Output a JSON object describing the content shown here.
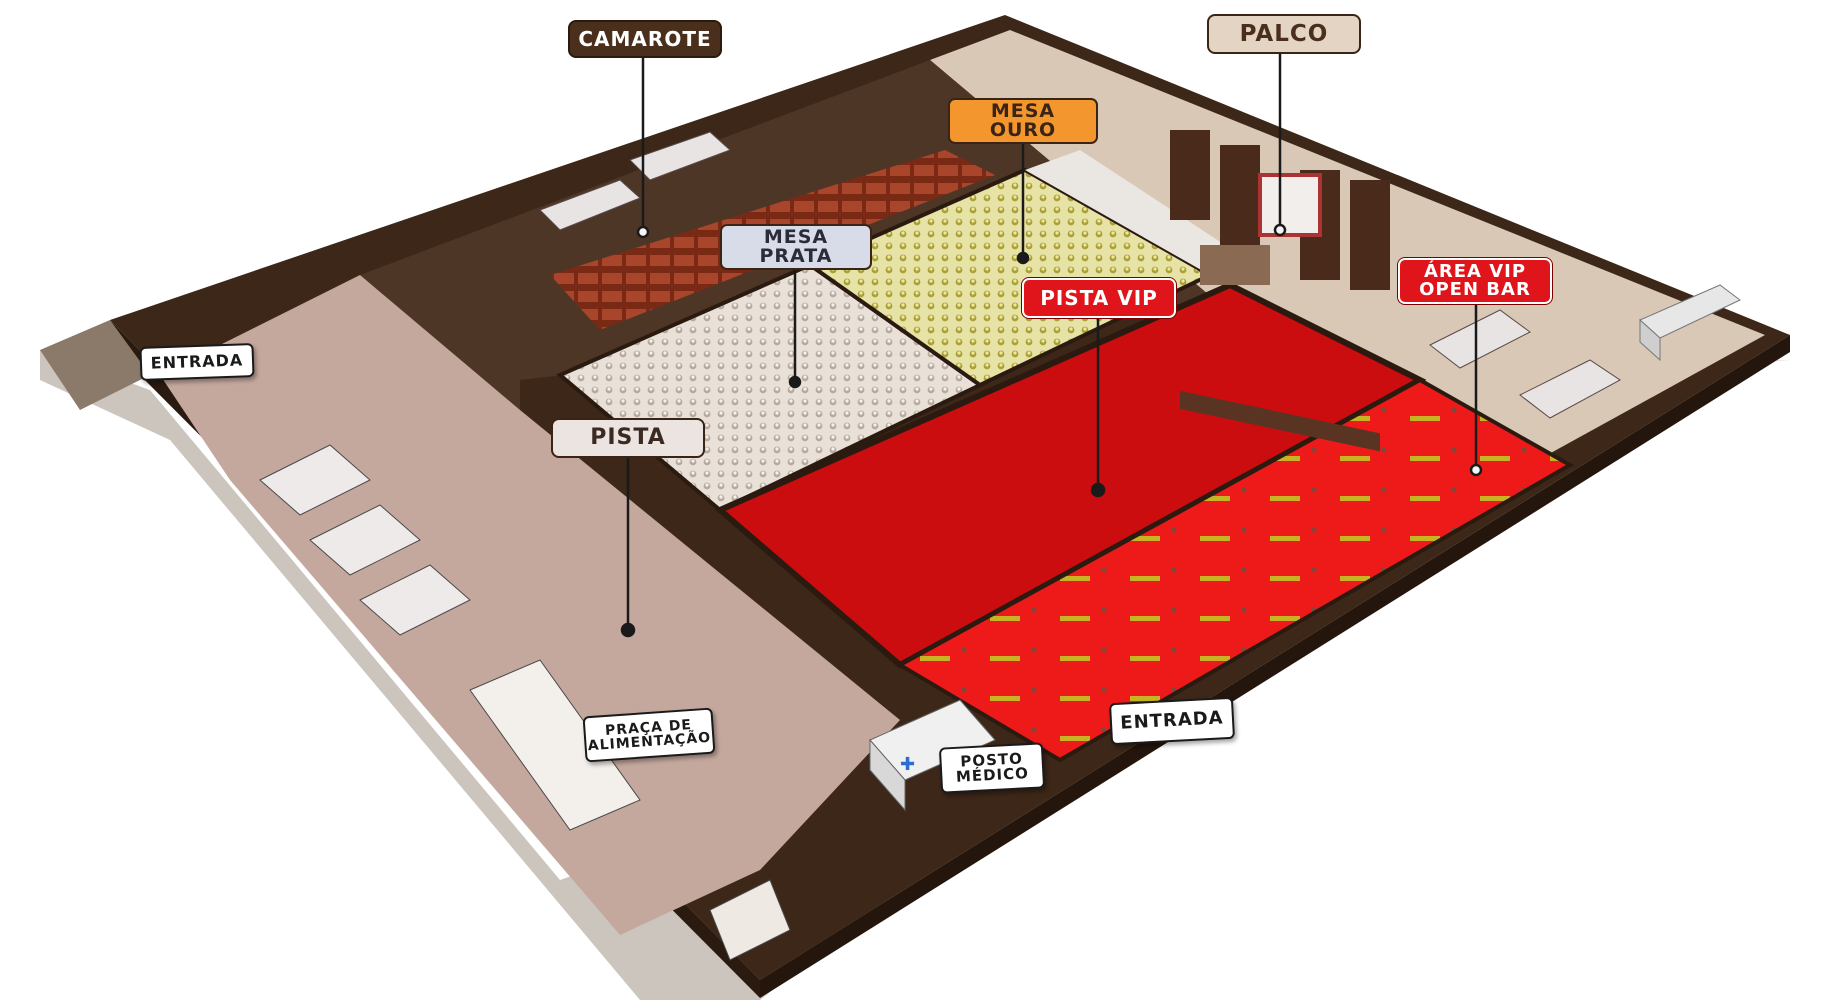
{
  "labels": {
    "camarote": "CAMAROTE",
    "palco": "PALCO",
    "mesa_ouro": "MESA\nOURO",
    "mesa_prata": "MESA\nPRATA",
    "pista_vip": "PISTA VIP",
    "area_vip": "ÁREA VIP\nOPEN BAR",
    "pista": "PISTA",
    "entrada_left": "ENTRADA",
    "entrada_right": "ENTRADA",
    "praca": "PRAÇA DE\nALIMENTAÇÃO",
    "posto": "POSTO\nMÉDICO"
  },
  "colors": {
    "pista_floor": "#c4a89d",
    "camarote_floor": "#4e3626",
    "palco_floor": "#d9c8b6",
    "wall": "#3d2718",
    "pista_vip": "#cc0d10",
    "area_vip": "#ee1a1a",
    "mesa_ouro": "#d8d27a",
    "mesa_prata": "#e6dcd3",
    "label_dark": "#4a2f1c",
    "label_orange": "#f4962e",
    "label_red": "#e0151b"
  }
}
